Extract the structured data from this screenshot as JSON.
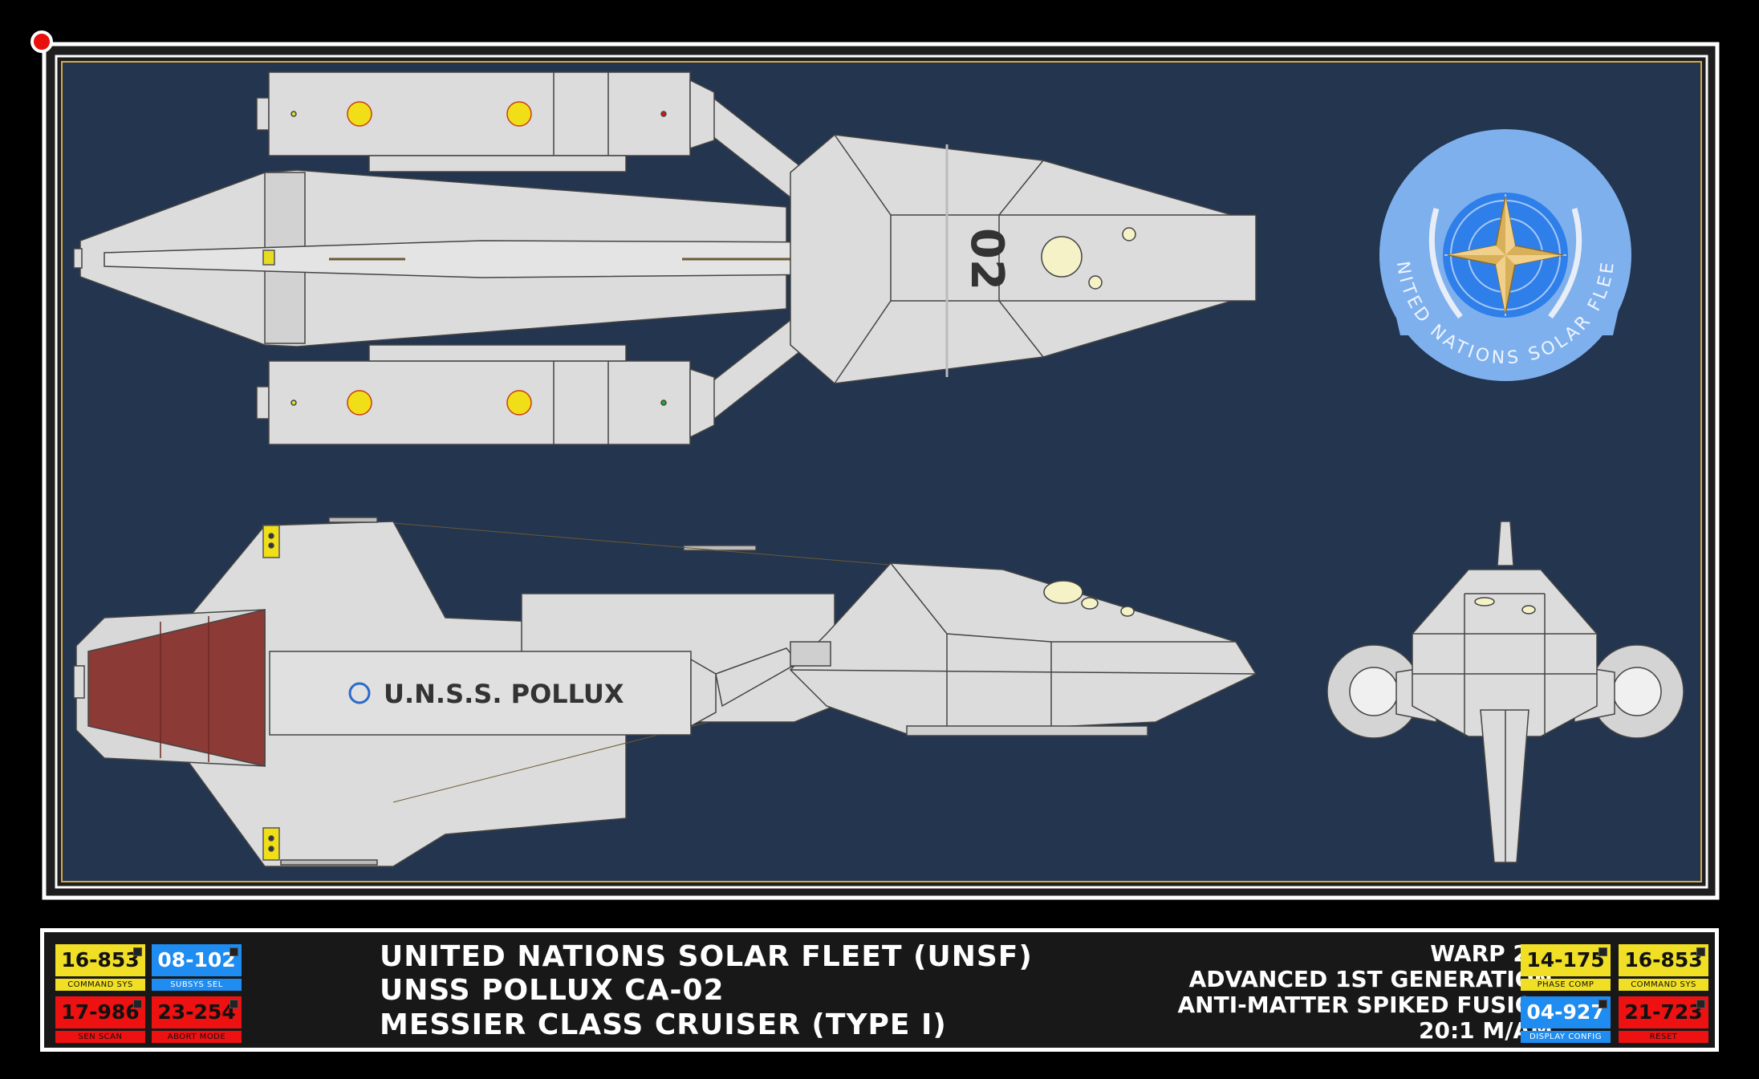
{
  "ship_hull_name": "U.N.S.S. POLLUX",
  "hull_number": "02",
  "emblem_text": "UNITED NATIONS SOLAR FLEET",
  "colors": {
    "background": "#23354f",
    "hull": "#dcdcdc",
    "hull_line": "#555555",
    "window": "#f5f2c8",
    "accent_red": "#8b3a36",
    "emblem_blue": "#7fb0ee",
    "gold": "#d4aa4a"
  },
  "title": {
    "line1": "UNITED NATIONS SOLAR FLEET (UNSF)",
    "line2": "UNSS POLLUX CA-02",
    "line3": "MESSIER CLASS CRUISER (TYPE I)"
  },
  "specs": {
    "line1": "WARP 2.9",
    "line2": "ADVANCED 1ST GENERATION",
    "line3": "ANTI-MATTER SPIKED FUSION",
    "line4": "20:1 M/AM"
  },
  "chips_left": [
    {
      "value": "16-853",
      "caption": "COMMAND SYS",
      "color": "yellow"
    },
    {
      "value": "08-102",
      "caption": "SUBSYS SEL",
      "color": "blue"
    },
    {
      "value": "17-986",
      "caption": "SEN SCAN",
      "color": "red"
    },
    {
      "value": "23-254",
      "caption": "ABORT MODE",
      "color": "red"
    }
  ],
  "chips_right": [
    {
      "value": "14-175",
      "caption": "PHASE COMP",
      "color": "yellow"
    },
    {
      "value": "16-853",
      "caption": "COMMAND SYS",
      "color": "yellow"
    },
    {
      "value": "04-927",
      "caption": "DISPLAY CONFIG",
      "color": "blue"
    },
    {
      "value": "21-723",
      "caption": "RESET",
      "color": "red"
    }
  ]
}
